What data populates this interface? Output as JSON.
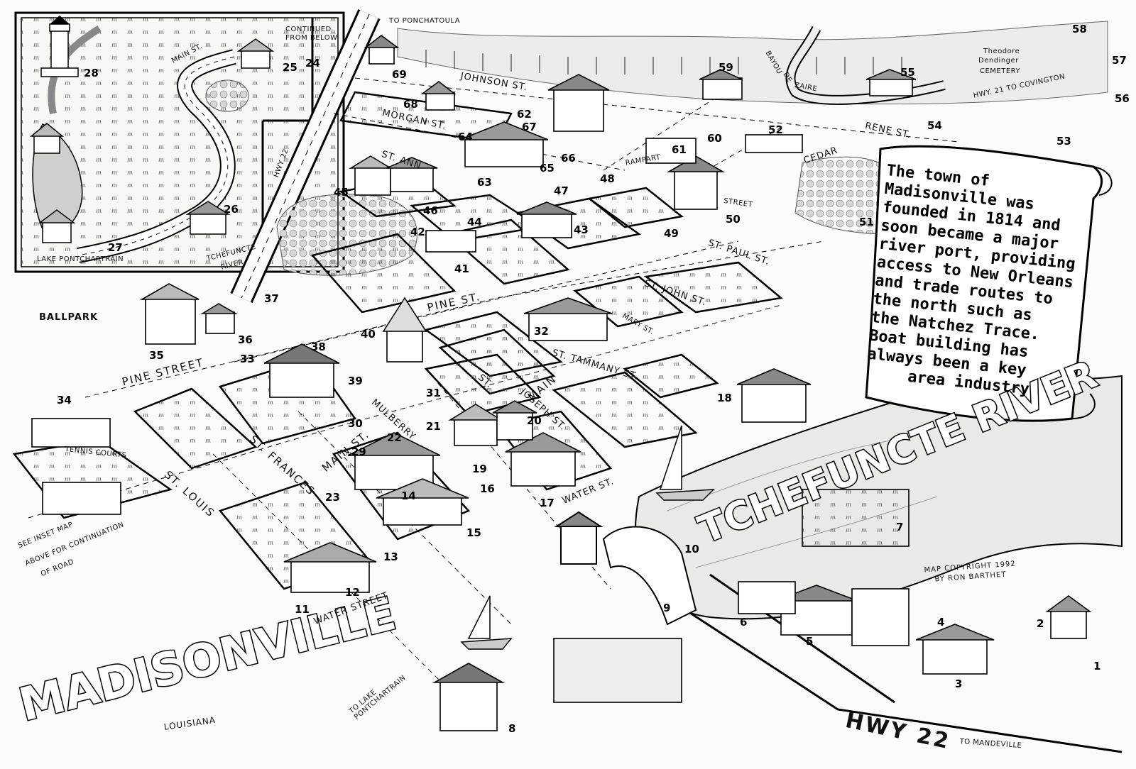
{
  "title": {
    "town": "MADISONVILLE",
    "state": "LOUISIANA"
  },
  "river_label": "TCHEFUNCTE RIVER",
  "highway_label": "HWY 22",
  "scroll_text": [
    "The town of",
    "Madisonville was",
    "founded in 1814 and",
    "soon became a major",
    "river port, providing",
    "access to New Orleans",
    "and trade routes to",
    "the north such as",
    "the Natchez Trace.",
    "Boat building has",
    "always been a key",
    "area industry"
  ],
  "copyright": {
    "line1": "MAP COPYRIGHT 1992",
    "line2": "BY RON BARTHET"
  },
  "labels": {
    "to_ponchatoula": "TO PONCHATOULA",
    "to_mandeville": "TO MANDEVILLE",
    "to_lake": "TO LAKE PONTCHARTRAIN",
    "to_covington": "HWY. 21 TO COVINGTON",
    "see_inset": "SEE INSET MAP",
    "see_inset2": "ABOVE FOR CONTINUATION",
    "see_inset3": "OF ROAD",
    "ballpark": "BALLPARK",
    "tennis": "TENNIS COURTS",
    "cemetery1": "Theodore",
    "cemetery2": "Dendinger",
    "cemetery3": "CEMETERY",
    "bayou1": "BAYOU",
    "bayou2": "DE",
    "bayou3": "ZAIRE",
    "inset_main": "MAIN ST.",
    "inset_hwy": "HWY 22",
    "inset_continued1": "CONTINUED",
    "inset_continued2": "FROM BELOW",
    "inset_lake": "LAKE PONTCHARTRAIN",
    "inset_river1": "TCHEFUNCTE",
    "inset_river2": "RIVER"
  },
  "streets": {
    "johnson": "JOHNSON ST.",
    "morgan": "MORGAN ST.",
    "st_ann": "ST. ANN",
    "rampart": "RAMPART",
    "rampart_street": "STREET",
    "rene": "RENE ST.",
    "cedar": "CEDAR",
    "st_paul": "ST. PAUL ST.",
    "st_john": "ST. JOHN ST.",
    "mary": "MARY ST.",
    "pine": "PINE ST.",
    "pine_street": "PINE STREET",
    "st_tammany": "ST. TAMMANY ST.",
    "main": "MAIN",
    "main_st": "MAIN ST.",
    "st": "ST.",
    "joseph": "JOSEPH ST.",
    "mulberry": "MULBERRY",
    "st_frances": "ST. FRANCES",
    "st_louis": "ST. LOUIS",
    "water_st": "WATER ST.",
    "water_street": "WATER STREET"
  },
  "landmark_numbers": [
    {
      "n": "1"
    },
    {
      "n": "2"
    },
    {
      "n": "3"
    },
    {
      "n": "4"
    },
    {
      "n": "5"
    },
    {
      "n": "6"
    },
    {
      "n": "7"
    },
    {
      "n": "8"
    },
    {
      "n": "9"
    },
    {
      "n": "10"
    },
    {
      "n": "11"
    },
    {
      "n": "12"
    },
    {
      "n": "13"
    },
    {
      "n": "14"
    },
    {
      "n": "15"
    },
    {
      "n": "16"
    },
    {
      "n": "17"
    },
    {
      "n": "18"
    },
    {
      "n": "19"
    },
    {
      "n": "20"
    },
    {
      "n": "21"
    },
    {
      "n": "22"
    },
    {
      "n": "23"
    },
    {
      "n": "24"
    },
    {
      "n": "25"
    },
    {
      "n": "26"
    },
    {
      "n": "27"
    },
    {
      "n": "28"
    },
    {
      "n": "29"
    },
    {
      "n": "30"
    },
    {
      "n": "31"
    },
    {
      "n": "32"
    },
    {
      "n": "33"
    },
    {
      "n": "34"
    },
    {
      "n": "35"
    },
    {
      "n": "36"
    },
    {
      "n": "37"
    },
    {
      "n": "38"
    },
    {
      "n": "39"
    },
    {
      "n": "40"
    },
    {
      "n": "41"
    },
    {
      "n": "42"
    },
    {
      "n": "43"
    },
    {
      "n": "44"
    },
    {
      "n": "45"
    },
    {
      "n": "46"
    },
    {
      "n": "47"
    },
    {
      "n": "48"
    },
    {
      "n": "49"
    },
    {
      "n": "50"
    },
    {
      "n": "51"
    },
    {
      "n": "52"
    },
    {
      "n": "53"
    },
    {
      "n": "54"
    },
    {
      "n": "55"
    },
    {
      "n": "56"
    },
    {
      "n": "57"
    },
    {
      "n": "58"
    },
    {
      "n": "59"
    },
    {
      "n": "60"
    },
    {
      "n": "61"
    },
    {
      "n": "62"
    },
    {
      "n": "63"
    },
    {
      "n": "64"
    },
    {
      "n": "65"
    },
    {
      "n": "66"
    },
    {
      "n": "67"
    },
    {
      "n": "68"
    },
    {
      "n": "69"
    }
  ]
}
